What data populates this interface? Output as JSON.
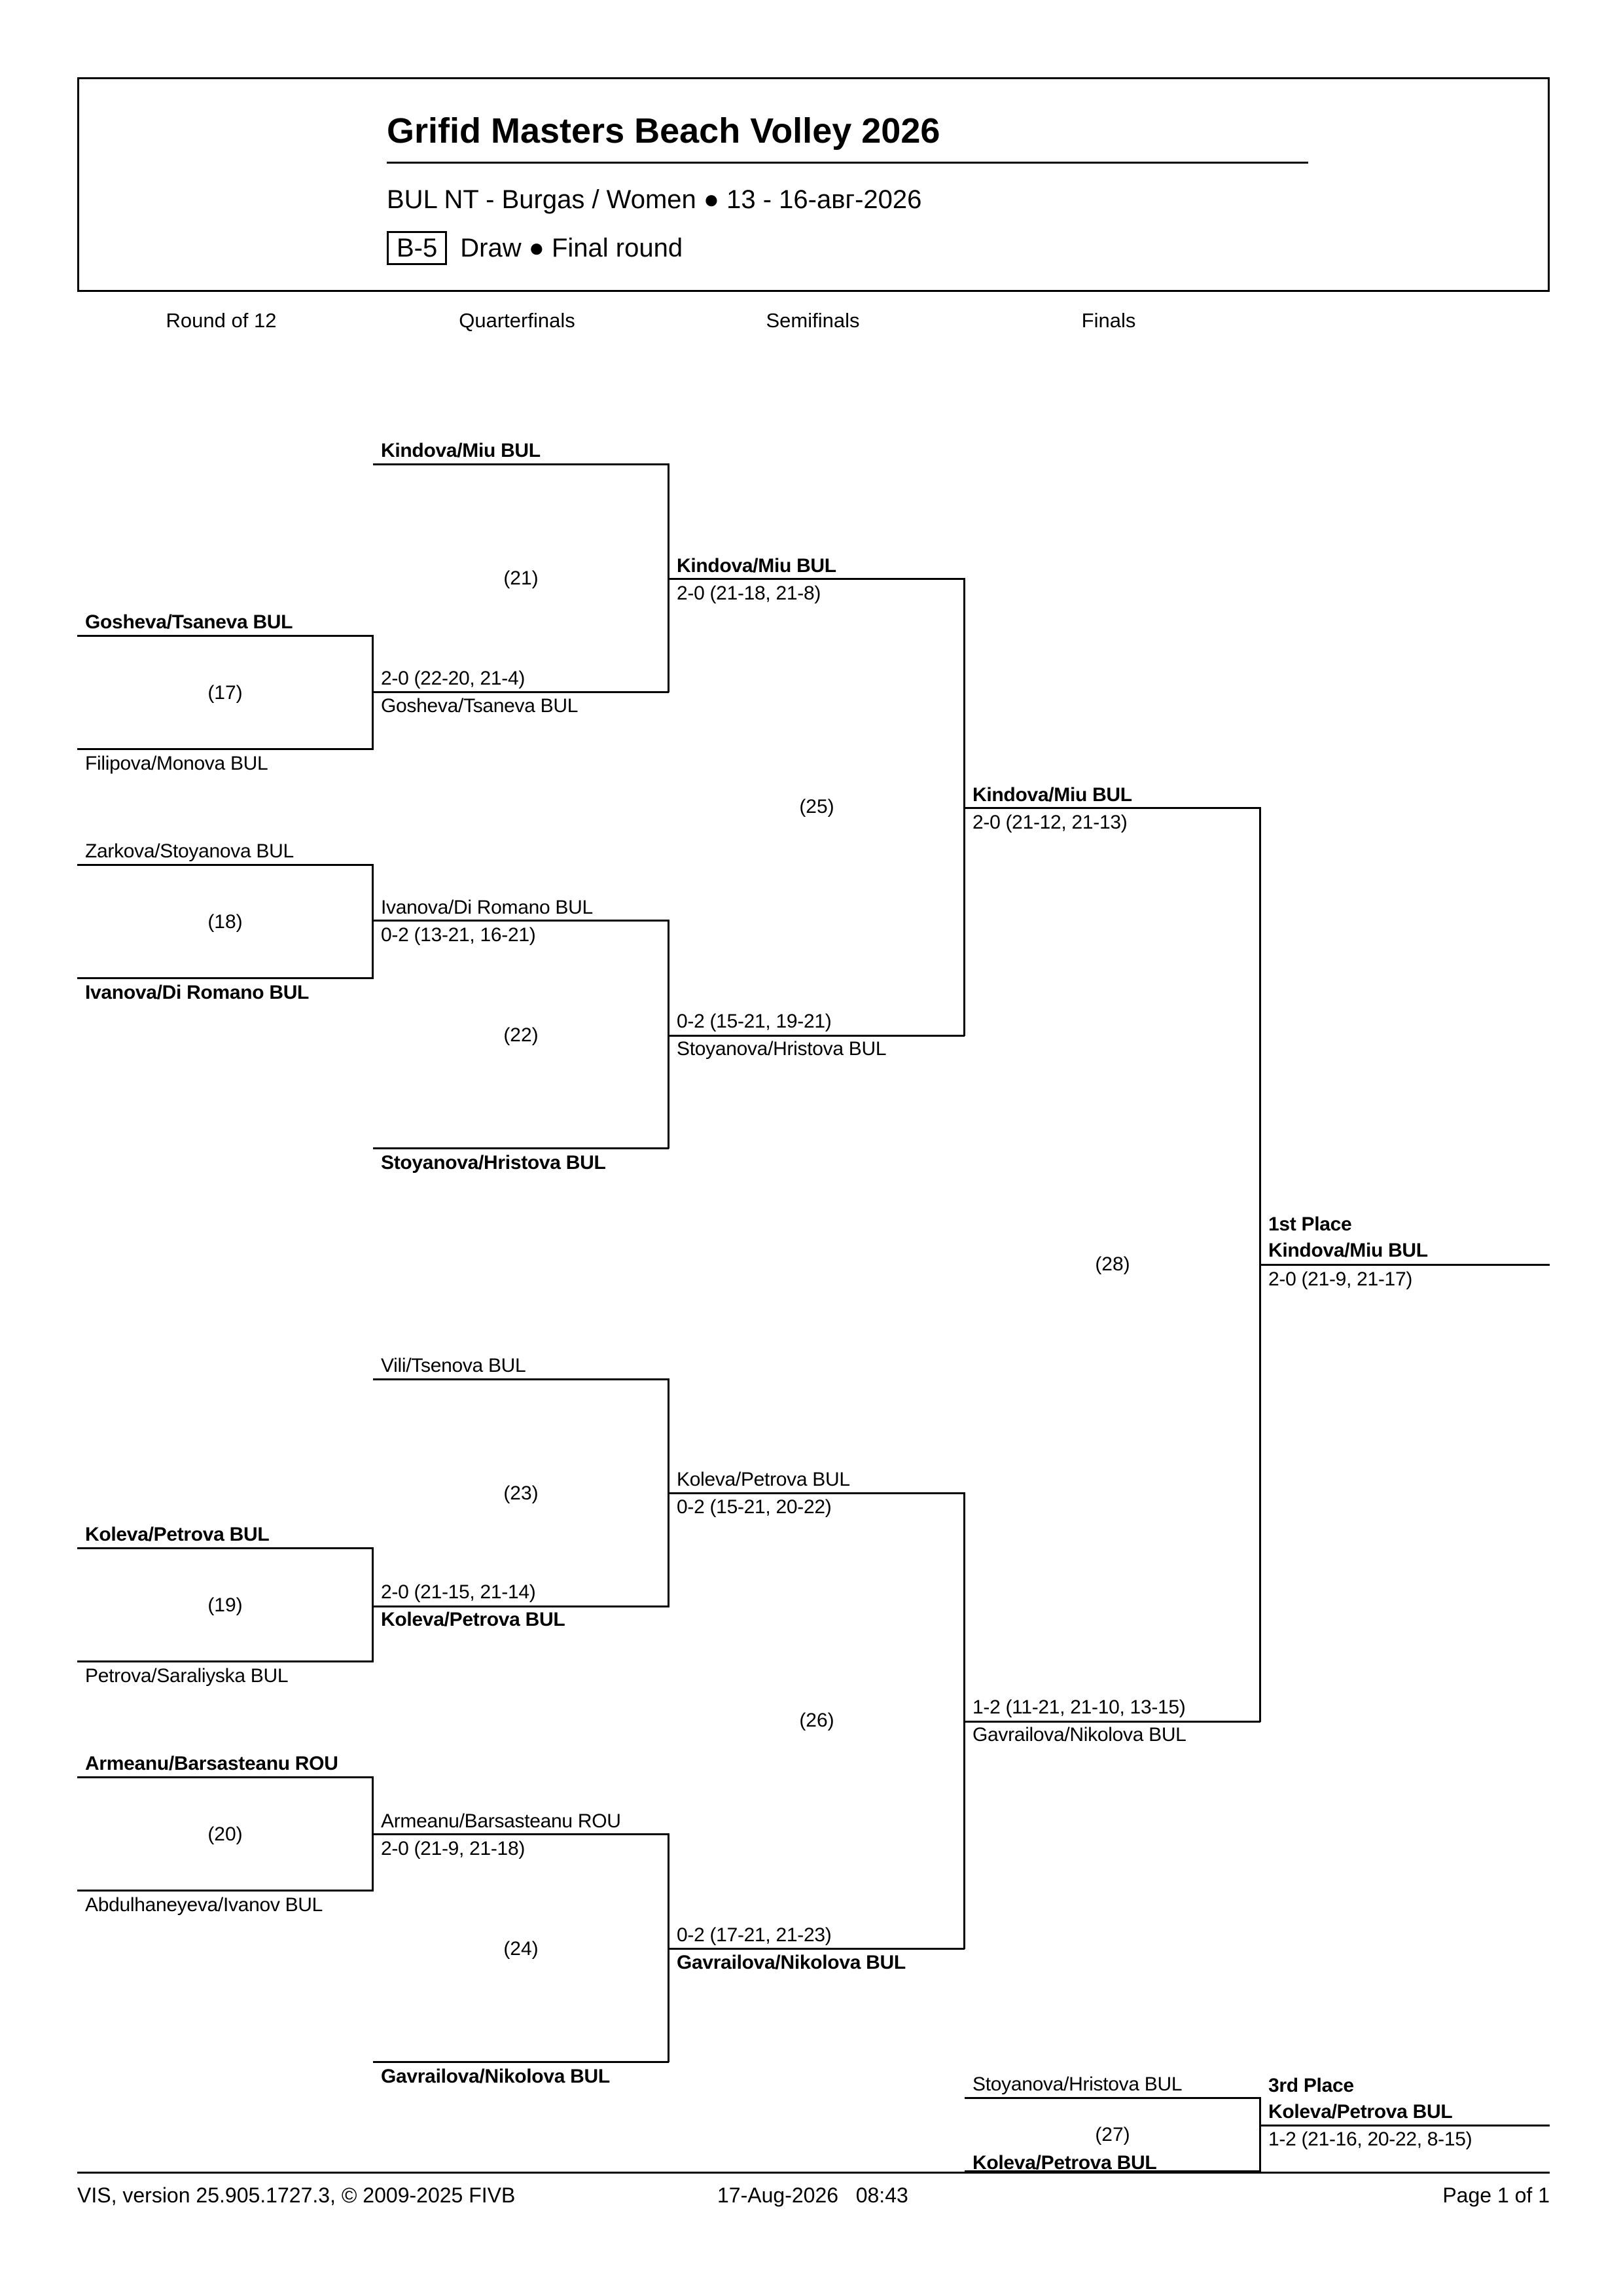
{
  "header": {
    "title": "Grifid Masters Beach Volley 2026",
    "subtitle": "BUL NT - Burgas / Women ● 13 - 16-авг-2026",
    "code": "B-5",
    "draw_label": "Draw ● Final round"
  },
  "rounds": [
    "Round of 12",
    "Quarterfinals",
    "Semifinals",
    "Finals"
  ],
  "r12": {
    "m17": {
      "number": "(17)",
      "top": "Gosheva/Tsaneva BUL",
      "bottom": "Filipova/Monova BUL"
    },
    "m18": {
      "number": "(18)",
      "top": "Zarkova/Stoyanova BUL",
      "bottom": "Ivanova/Di Romano BUL"
    },
    "m19": {
      "number": "(19)",
      "top": "Koleva/Petrova BUL",
      "bottom": "Petrova/Saraliyska BUL"
    },
    "m20": {
      "number": "(20)",
      "top": "Armeanu/Barsasteanu ROU",
      "bottom": "Abdulhaneyeva/Ivanov BUL"
    }
  },
  "qf": {
    "m21": {
      "number": "(21)",
      "top": "Kindova/Miu BUL",
      "bottom_score": "2-0 (22-20, 21-4)",
      "bottom": "Gosheva/Tsaneva BUL"
    },
    "m22": {
      "number": "(22)",
      "top": "Ivanova/Di Romano BUL",
      "top_score": "0-2 (13-21, 16-21)",
      "bottom": "Stoyanova/Hristova BUL"
    },
    "m23": {
      "number": "(23)",
      "top": "Vili/Tsenova BUL",
      "bottom_score": "2-0 (21-15, 21-14)",
      "bottom": "Koleva/Petrova BUL"
    },
    "m24": {
      "number": "(24)",
      "top": "Armeanu/Barsasteanu ROU",
      "top_score": "2-0 (21-9, 21-18)",
      "bottom": "Gavrailova/Nikolova BUL"
    }
  },
  "sf": {
    "m25": {
      "number": "(25)",
      "top": "Kindova/Miu BUL",
      "top_score": "2-0 (21-18, 21-8)",
      "bottom_score": "0-2 (15-21, 19-21)",
      "bottom": "Stoyanova/Hristova BUL"
    },
    "m26": {
      "number": "(26)",
      "top": "Koleva/Petrova BUL",
      "top_score": "0-2 (15-21, 20-22)",
      "bottom_score": "0-2 (17-21, 21-23)",
      "bottom": "Gavrailova/Nikolova BUL"
    }
  },
  "final": {
    "number": "(28)",
    "top": "Kindova/Miu BUL",
    "top_score": "2-0 (21-12, 21-13)",
    "bottom_score": "1-2 (11-21, 21-10, 13-15)",
    "bottom": "Gavrailova/Nikolova BUL",
    "place_label": "1st Place",
    "winner": "Kindova/Miu BUL",
    "winner_score": "2-0 (21-9, 21-17)"
  },
  "third": {
    "number": "(27)",
    "top": "Stoyanova/Hristova BUL",
    "bottom": "Koleva/Petrova BUL",
    "place_label": "3rd Place",
    "winner": "Koleva/Petrova BUL",
    "winner_score": "1-2 (21-16, 20-22, 8-15)"
  },
  "footer": {
    "version": "VIS, version 25.905.1727.3, © 2009-2025 FIVB",
    "datetime": "17-Aug-2026   08:43",
    "page": "Page 1 of 1"
  }
}
